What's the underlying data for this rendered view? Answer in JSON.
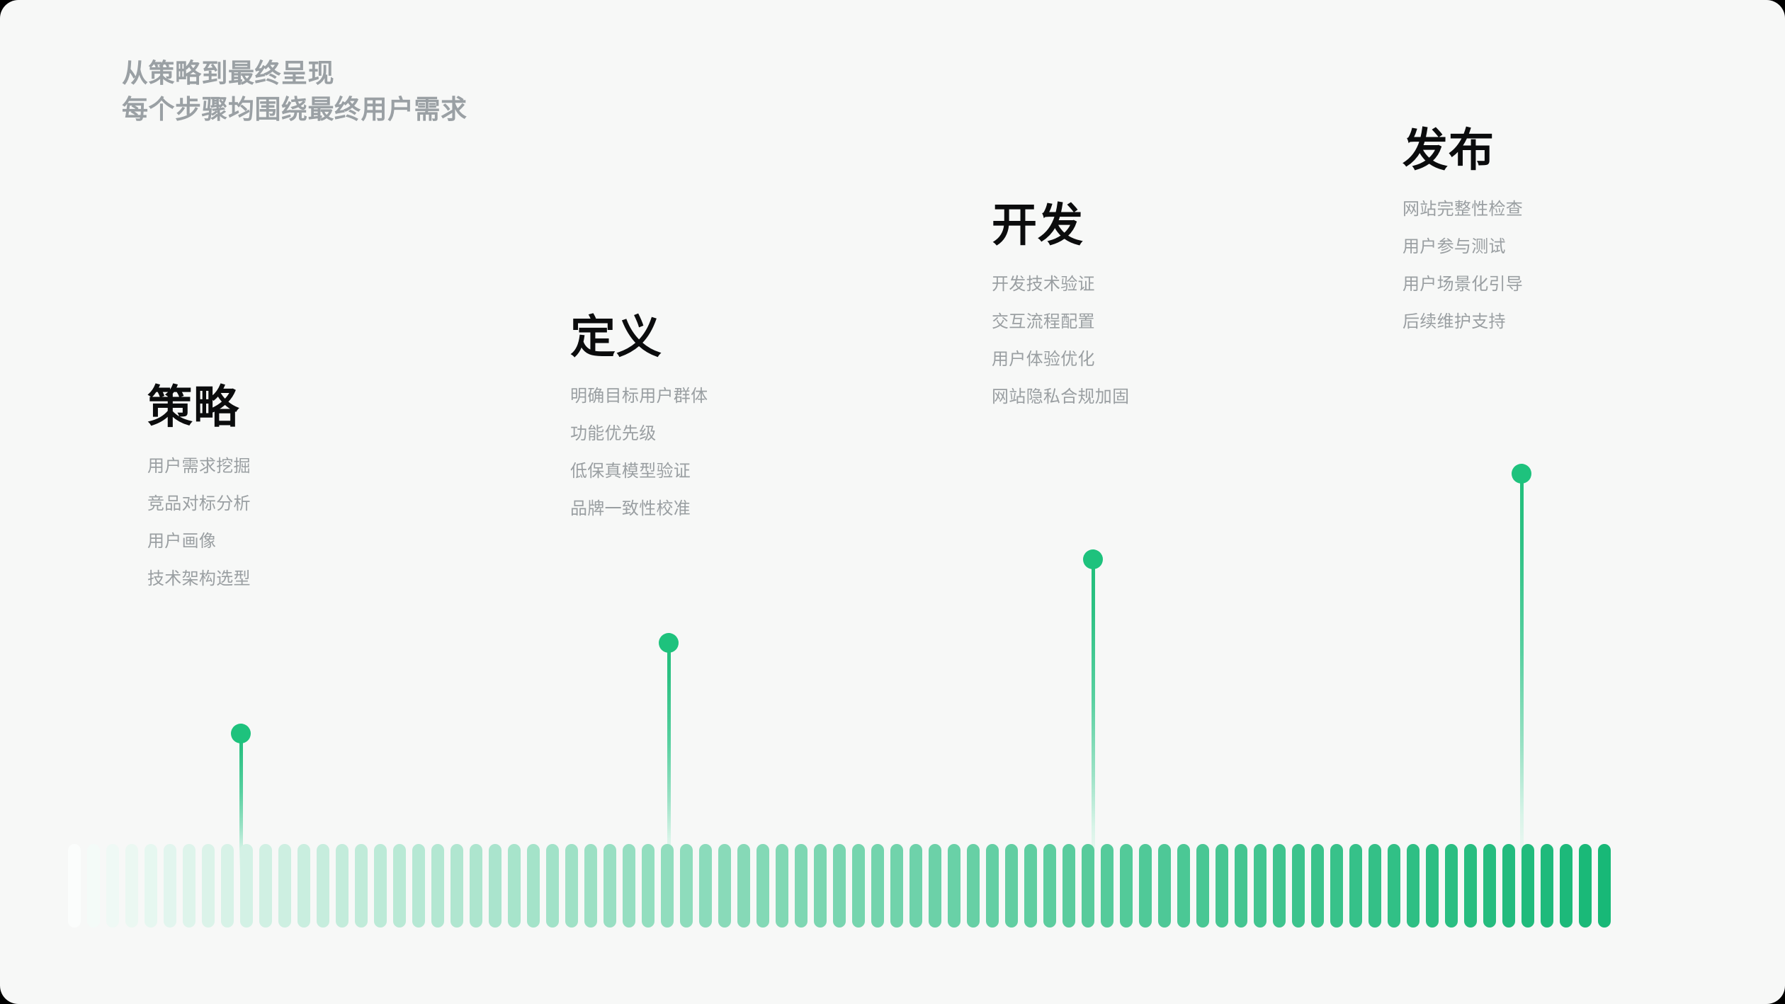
{
  "theme": {
    "canvas_bg": "#f7f8f7",
    "accent": "#1ec27d",
    "accent_deep": "#18b877",
    "title_color": "#0b0c0d",
    "muted_text": "#9a9fa2",
    "heading_color": "#9aa0a4"
  },
  "heading": {
    "line1": "从策略到最终呈现",
    "line2": "每个步骤均围绕最终用户需求"
  },
  "stages": [
    {
      "title": "策略",
      "items": [
        "用户需求挖掘",
        "竞品对标分析",
        "用户画像",
        "技术架构选型"
      ]
    },
    {
      "title": "定义",
      "items": [
        "明确目标用户群体",
        "功能优先级",
        "低保真模型验证",
        "品牌一致性校准"
      ]
    },
    {
      "title": "开发",
      "items": [
        "开发技术验证",
        "交互流程配置",
        "用户体验优化",
        "网站隐私合规加固"
      ]
    },
    {
      "title": "发布",
      "items": [
        "网站完整性检查",
        "用户参与测试",
        "用户场景化引导",
        "后续维护支持"
      ]
    }
  ],
  "chart_data": {
    "type": "bar",
    "title": "",
    "xlabel": "",
    "ylabel": "",
    "grid": false,
    "legend": "none",
    "bar_count": 81,
    "uniform_height": true,
    "gradient_from": "#fbfdfc",
    "gradient_to": "#18b877",
    "description": "Uniform-height rounded bars whose fill ramps left-to-right from near-white to saturated green",
    "markers": [
      {
        "stage": "策略",
        "bar_index": 9
      },
      {
        "stage": "定义",
        "bar_index": 31
      },
      {
        "stage": "开发",
        "bar_index": 53
      },
      {
        "stage": "发布",
        "bar_index": 76
      }
    ]
  }
}
